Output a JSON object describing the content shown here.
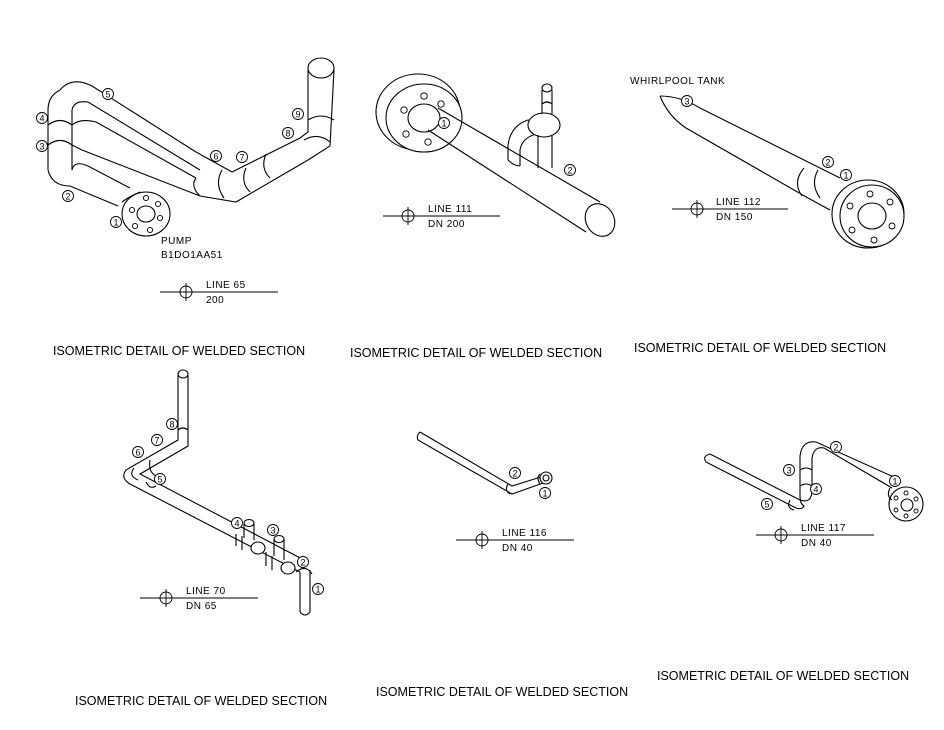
{
  "sections": [
    {
      "caption": "ISOMETRIC DETAIL OF WELDED SECTION",
      "line_label": "LINE 65",
      "size_label": "200",
      "equipment_name": "PUMP",
      "equipment_tag": "B1DO1AA51",
      "weld_points": [
        "1",
        "2",
        "3",
        "4",
        "5",
        "6",
        "7",
        "8",
        "9"
      ]
    },
    {
      "caption": "ISOMETRIC DETAIL OF WELDED SECTION",
      "line_label": "LINE 111",
      "size_label": "DN 200",
      "weld_points": [
        "1",
        "2"
      ]
    },
    {
      "caption": "ISOMETRIC DETAIL OF WELDED SECTION",
      "line_label": "LINE 112",
      "size_label": "DN 150",
      "equipment_name": "WHIRLPOOL TANK",
      "weld_points": [
        "1",
        "2",
        "3"
      ]
    },
    {
      "caption": "ISOMETRIC DETAIL OF WELDED SECTION",
      "line_label": "LINE 70",
      "size_label": "DN 65",
      "weld_points": [
        "1",
        "2",
        "3",
        "4",
        "5",
        "6",
        "7",
        "8"
      ]
    },
    {
      "caption": "ISOMETRIC DETAIL OF WELDED SECTION",
      "line_label": "LINE 116",
      "size_label": "DN 40",
      "weld_points": [
        "1",
        "2"
      ]
    },
    {
      "caption": "ISOMETRIC DETAIL OF WELDED SECTION",
      "line_label": "LINE 117",
      "size_label": "DN 40",
      "weld_points": [
        "1",
        "2",
        "3",
        "4",
        "5"
      ]
    }
  ]
}
